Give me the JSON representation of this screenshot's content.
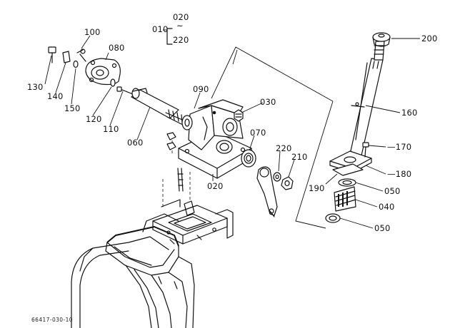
{
  "diagram": {
    "assembly_group": {
      "code": "010",
      "range_start": "020",
      "range_tilde": "~",
      "range_end": "220"
    },
    "callouts": {
      "c100": "100",
      "c080": "080",
      "c130": "130",
      "c140": "140",
      "c150": "150",
      "c120": "120",
      "c110": "110",
      "c060": "060",
      "c090": "090",
      "c030": "030",
      "c070": "070",
      "c220": "220",
      "c210": "210",
      "c020": "020",
      "c200": "200",
      "c160": "160",
      "c170": "—170",
      "c180": "—180",
      "c190": "190",
      "c050a": "050",
      "c040": "040",
      "c050b": "050"
    },
    "footer_code": "66417-030-10"
  }
}
